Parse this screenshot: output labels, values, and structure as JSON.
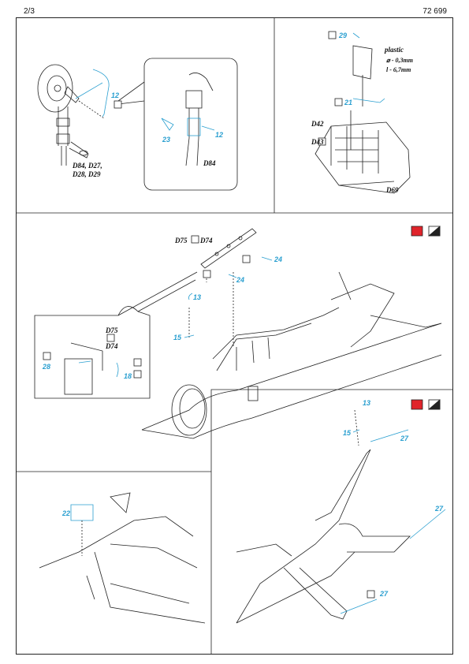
{
  "header": {
    "page": "2/3",
    "code": "72 699"
  },
  "panel1": {
    "part12": "12",
    "parts_group": "D84, D27,",
    "parts_group2": "D28, D29",
    "inset_part12": "12",
    "inset_part23": "23",
    "inset_d84": "D84"
  },
  "panel2": {
    "part29": "29",
    "plastic_label": "plastic",
    "plastic_dim1": "⌀ - 0,3mm",
    "plastic_dim2": "l - 6,7mm",
    "part21": "21",
    "d42": "D42",
    "d43": "D43",
    "d69": "D69"
  },
  "panel3": {
    "d75": "D75",
    "d74": "D74",
    "part24a": "24",
    "part24b": "24",
    "part13": "13",
    "part15": "15",
    "inset_d75": "D75",
    "inset_d74": "D74",
    "inset_28": "28",
    "inset_18": "18"
  },
  "panel4": {
    "part13": "13",
    "part15": "15",
    "part27a": "27",
    "part27b": "27",
    "part27c": "27"
  },
  "panel5": {
    "part22": "22"
  },
  "colors": {
    "accent_blue": "#2a9fd0",
    "paint_red": "#e0242b"
  }
}
